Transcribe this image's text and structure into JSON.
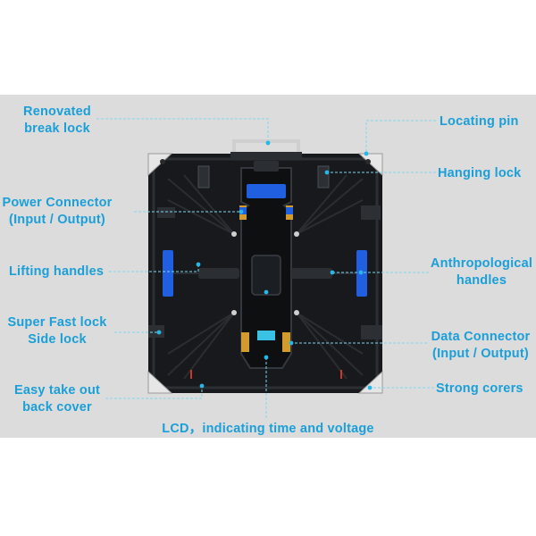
{
  "callouts": {
    "renovated_break_lock": [
      "Renovated",
      "break lock"
    ],
    "power_connector": [
      "Power Connector",
      "(Input / Output)"
    ],
    "lifting_handles": [
      "Lifting handles"
    ],
    "super_fast_lock": [
      "Super Fast lock",
      "Side lock"
    ],
    "easy_take_out": [
      "Easy take out",
      "back cover"
    ],
    "locating_pin": [
      "Locating pin"
    ],
    "hanging_lock": [
      "Hanging lock"
    ],
    "anthropological_handles": [
      "Anthropological",
      "handles"
    ],
    "data_connector": [
      "Data Connector",
      "(Input / Output)"
    ],
    "strong_corers": [
      "Strong corers"
    ],
    "lcd": [
      "LCD，indicating time and  voltage"
    ]
  },
  "colors": {
    "label": "#1a9fd8",
    "leader_line": "#7fd6ee",
    "leader_dot": "#27b6e6",
    "cabinet": "#17191c",
    "handle_blue": "#1f5fe0",
    "panel_bg": "#dcdcdc"
  }
}
